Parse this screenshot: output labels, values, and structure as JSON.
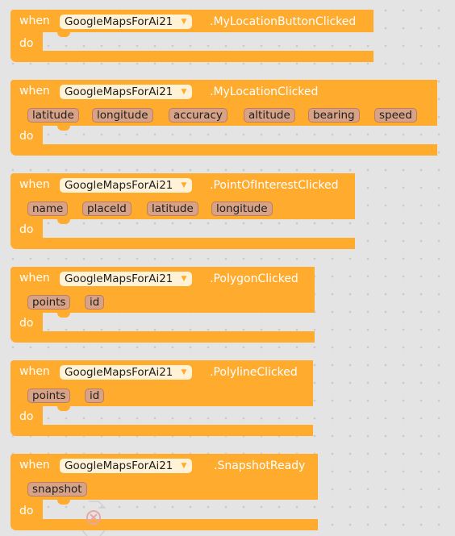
{
  "colors": {
    "event_block": "#ffab2e",
    "component_dropdown": "#fff2d7",
    "parameter": "#d7a286",
    "workspace": "#e4e4e4",
    "keyword_text": "#ffffff"
  },
  "icons": {
    "dropdown": "dropdown-arrow-icon",
    "delete": "delete-icon"
  },
  "blocks": [
    {
      "when_label": "when",
      "component": "GoogleMapsForAi21",
      "event": ".MyLocationButtonClicked",
      "params": [],
      "do_label": "do"
    },
    {
      "when_label": "when",
      "component": "GoogleMapsForAi21",
      "event": ".MyLocationClicked",
      "params": [
        "latitude",
        "longitude",
        "accuracy",
        "altitude",
        "bearing",
        "speed"
      ],
      "do_label": "do"
    },
    {
      "when_label": "when",
      "component": "GoogleMapsForAi21",
      "event": ".PointOfInterestClicked",
      "params": [
        "name",
        "placeId",
        "latitude",
        "longitude"
      ],
      "do_label": "do"
    },
    {
      "when_label": "when",
      "component": "GoogleMapsForAi21",
      "event": ".PolygonClicked",
      "params": [
        "points",
        "id"
      ],
      "do_label": "do"
    },
    {
      "when_label": "when",
      "component": "GoogleMapsForAi21",
      "event": ".PolylineClicked",
      "params": [
        "points",
        "id"
      ],
      "do_label": "do"
    },
    {
      "when_label": "when",
      "component": "GoogleMapsForAi21",
      "event": ".SnapshotReady",
      "params": [
        "snapshot"
      ],
      "do_label": "do"
    }
  ]
}
